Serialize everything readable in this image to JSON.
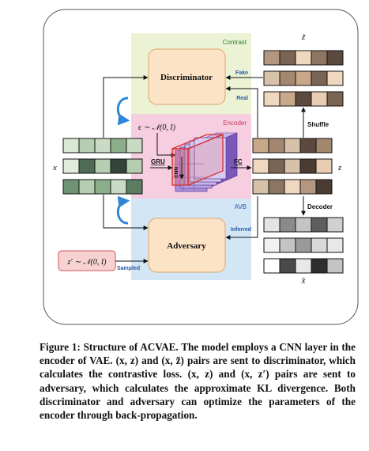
{
  "labels": {
    "contrast": "Contrast",
    "encoder": "Encoder",
    "avb": "AVB",
    "discriminator": "Discriminator",
    "adversary": "Adversary",
    "fake": "Fake",
    "real": "Real",
    "inferred": "Inferred",
    "sampled": "Sampled",
    "shuffle": "Shuffle",
    "decoder": "Decoder",
    "gru": "GRU",
    "fc": "FC",
    "cnn": "CNN",
    "epsilon": "ϵ ∼ 𝒩(0, I)",
    "zprime_prior": "z′ ∼ 𝒩(0, I)",
    "x": "x",
    "z": "z",
    "ztilde": "z̃",
    "xhat": "x̂"
  },
  "caption": {
    "label": "Figure 1: Structure of ACVAE.",
    "text": " The model employs a CNN layer in the encoder of VAE. (x, z) and (x, z̃) pairs are sent to discriminator, which calculates the contrastive loss. (x, z) and (x, z′) pairs are sent to adversary, which calculates the approximate KL divergence. Both discriminator and adversary can optimize the parameters of the encoder through back-propagation."
  },
  "colors": {
    "contrast_bg": "#ecf3d5",
    "encoder_bg": "#f7cde0",
    "avb_bg": "#d3e6f6",
    "box_fill": "#fde3c6",
    "box_stroke": "#d9a46a",
    "prior_fill": "#f8d2d2",
    "prior_stroke": "#d25555",
    "label_blue": "#2a5aa0",
    "label_green": "#2e7d32",
    "arrow_blue": "#2f86d8"
  },
  "rows": {
    "x": [
      [
        "#d9e7d3",
        "#b5cdb1",
        "#c9dbc4",
        "#8cae8a",
        "#c9dbc4"
      ],
      [
        "#e1ecdc",
        "#4f6b55",
        "#b5cdb1",
        "#33453a",
        "#b5cdb1"
      ],
      [
        "#6f9374",
        "#b5cdb1",
        "#8cae8a",
        "#c9dbc4",
        "#5c7d62"
      ]
    ],
    "z": [
      [
        "#c9a88a",
        "#a4876f",
        "#d8c1a9",
        "#5c4a3e",
        "#a4876f"
      ],
      [
        "#f0d8c0",
        "#7a6453",
        "#d8c1a9",
        "#4a3c33",
        "#e8cdb3"
      ],
      [
        "#d8c1a9",
        "#8c7563",
        "#f0d8c0",
        "#b39780",
        "#4a3c33"
      ]
    ],
    "ztilde": [
      [
        "#b39780",
        "#7a6453",
        "#f0d8c0",
        "#8c7563",
        "#5c4a3e"
      ],
      [
        "#d8c1a9",
        "#a4876f",
        "#c9a88a",
        "#7a6453",
        "#f0d8c0"
      ],
      [
        "#f0d8c0",
        "#c9a88a",
        "#5c4a3e",
        "#e8cdb3",
        "#7a6453"
      ]
    ],
    "xhat": [
      [
        "#e4e4e4",
        "#8a8a8a",
        "#c4c4c4",
        "#5e5e5e",
        "#d0d0d0"
      ],
      [
        "#f2f2f2",
        "#c4c4c4",
        "#9a9a9a",
        "#d8d8d8",
        "#e8e8e8"
      ],
      [
        "#ffffff",
        "#4a4a4a",
        "#e8e8e8",
        "#2e2e2e",
        "#c4c4c4"
      ]
    ]
  }
}
